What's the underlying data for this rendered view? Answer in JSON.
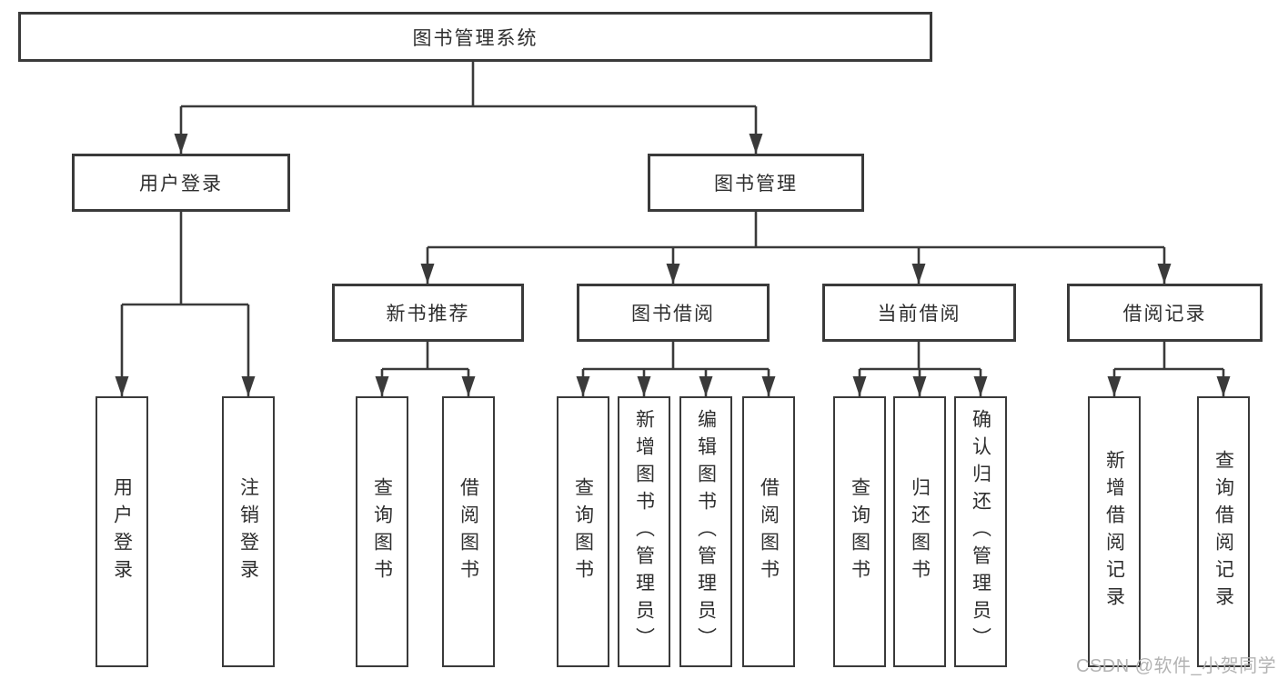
{
  "tree": {
    "root": "图书管理系统",
    "children": [
      {
        "label": "用户登录",
        "children": [
          "用户登录",
          "注销登录"
        ]
      },
      {
        "label": "图书管理",
        "children": [
          {
            "label": "新书推荐",
            "children": [
              "查询图书",
              "借阅图书"
            ]
          },
          {
            "label": "图书借阅",
            "children": [
              "查询图书",
              "新增图书（管理员）",
              "编辑图书（管理员）",
              "借阅图书"
            ]
          },
          {
            "label": "当前借阅",
            "children": [
              "查询图书",
              "归还图书",
              "确认归还（管理员）"
            ]
          },
          {
            "label": "借阅记录",
            "children": [
              "新增借阅记录",
              "查询借阅记录"
            ]
          }
        ]
      }
    ]
  },
  "watermark": "CSDN @软件_小贺同学",
  "colors": {
    "background_color": "#ffffff",
    "line_color": "#3a3a3a",
    "box_border_color": "#3a3a3a",
    "text_color": "#2e2e2e",
    "watermark_color": "#b3b3b3"
  }
}
